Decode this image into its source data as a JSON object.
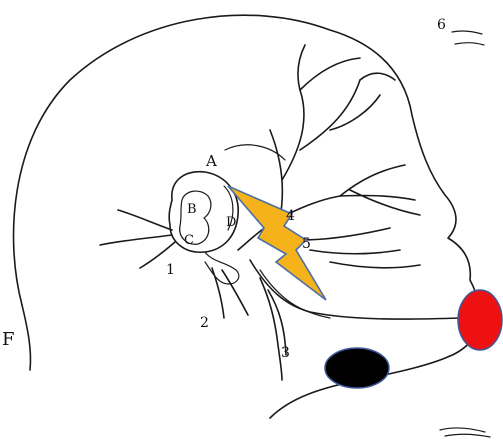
{
  "labels": {
    "A": "A",
    "B": "B",
    "C": "C",
    "D": "D",
    "n1": "1",
    "n2": "2",
    "n3": "3",
    "n4": "4",
    "n5": "5",
    "n6": "6",
    "mark_f": "F"
  },
  "colors": {
    "lightning_fill": "#f6b21b",
    "lightning_stroke": "#4a6fa5",
    "red_marker": "#ee1111",
    "black_marker": "#000000",
    "marker_stroke": "#3b5a9a",
    "line": "#1a1a1a"
  },
  "icons": {
    "bolt": "lightning-bolt-icon",
    "red": "red-oval-marker",
    "black": "black-oval-marker"
  }
}
